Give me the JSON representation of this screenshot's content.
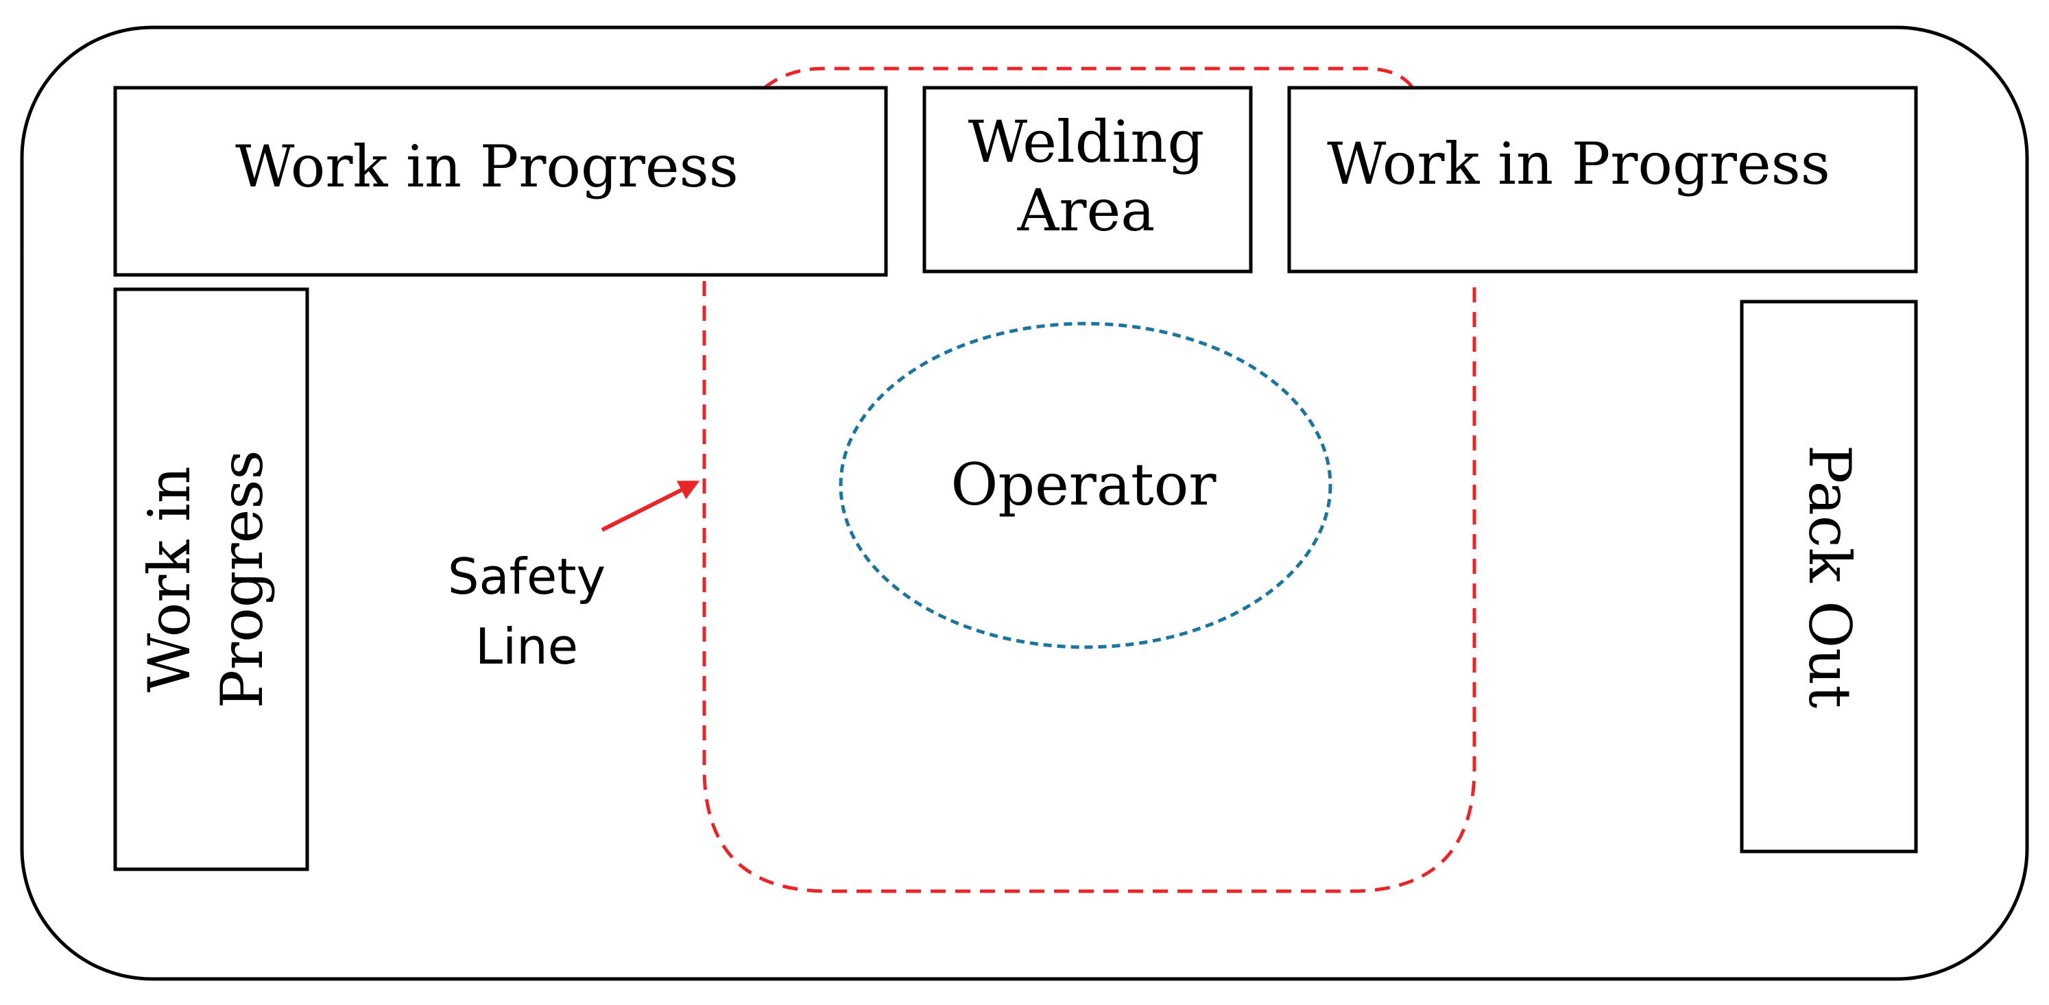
{
  "colors": {
    "outline": "#000000",
    "safety_line": "#e8262a",
    "operator_zone": "#1b75a0",
    "background": "#ffffff"
  },
  "labels": {
    "wip_top_left": "Work in Progress",
    "welding_line1": "Welding",
    "welding_line2": "Area",
    "wip_top_right": "Work in Progress",
    "wip_left_line1": "Work in",
    "wip_left_line2": "Progress",
    "pack_out": "Pack Out",
    "operator": "Operator",
    "safety_line1": "Safety",
    "safety_line2": "Line"
  }
}
